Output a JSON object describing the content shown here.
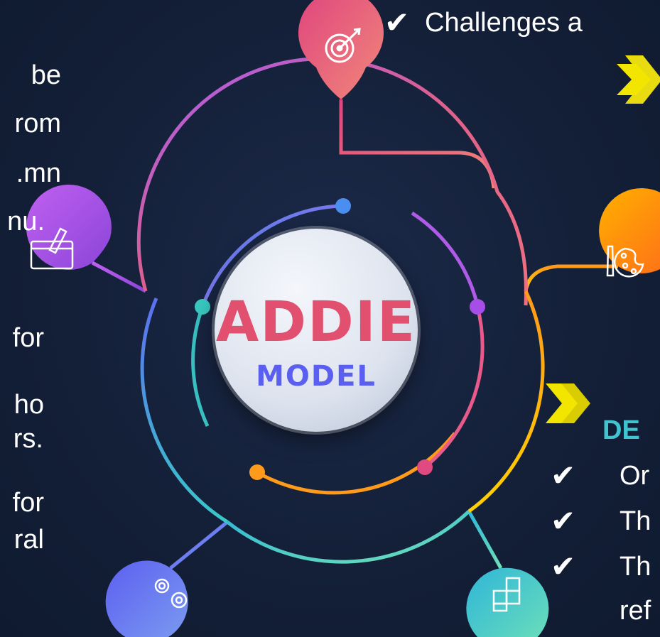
{
  "title": {
    "main": "ADDIE",
    "sub": "MODEL"
  },
  "top_heading": "Challenges a",
  "left_text": [
    "be",
    "rom",
    ".mn",
    "nu.",
    "for",
    "ho",
    "rs.",
    "for",
    "ral"
  ],
  "right_heading": "DE",
  "right_items": [
    "Or",
    "Th",
    "Th",
    "ref"
  ],
  "check_glyph": "✔",
  "icons": {
    "top": "target-icon",
    "left": "design-tablet-icon",
    "right": "palette-icon",
    "bottom_left": "gears-icon",
    "bottom_right": "puzzle-icon"
  },
  "colors": {
    "addie": "#e2506f",
    "model": "#5b5ff0",
    "heading": "#3fc4d0"
  }
}
